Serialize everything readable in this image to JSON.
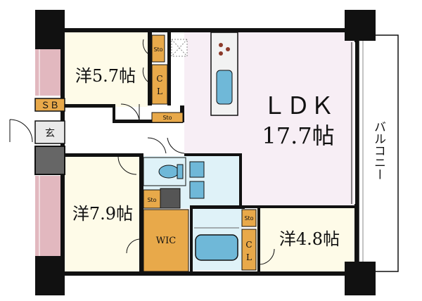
{
  "rooms": {
    "ldk": {
      "name": "ＬＤＫ",
      "size": "17.7帖",
      "color": "#f7eef5"
    },
    "western1": {
      "name": "洋5.7帖"
    },
    "western2": {
      "name": "洋7.9帖"
    },
    "western3": {
      "name": "洋4.8帖"
    },
    "balcony": {
      "name": "バルコニー",
      "color": "#ffffff"
    },
    "wic": {
      "name": "WIC"
    },
    "entrance": {
      "name": "玄"
    },
    "shoe_box": {
      "name": "ＳＢ"
    }
  },
  "storage": {
    "sto": "Sto",
    "cl": "CL",
    "storage_color": "#e8a94a"
  },
  "colors": {
    "wall": "#111111",
    "wet_area": "#dff2f8",
    "fixture_blue": "#6fb8d8",
    "window_pink": "#e2b8bf",
    "ivory": "#fefbe8",
    "dark_gray": "#555555"
  }
}
